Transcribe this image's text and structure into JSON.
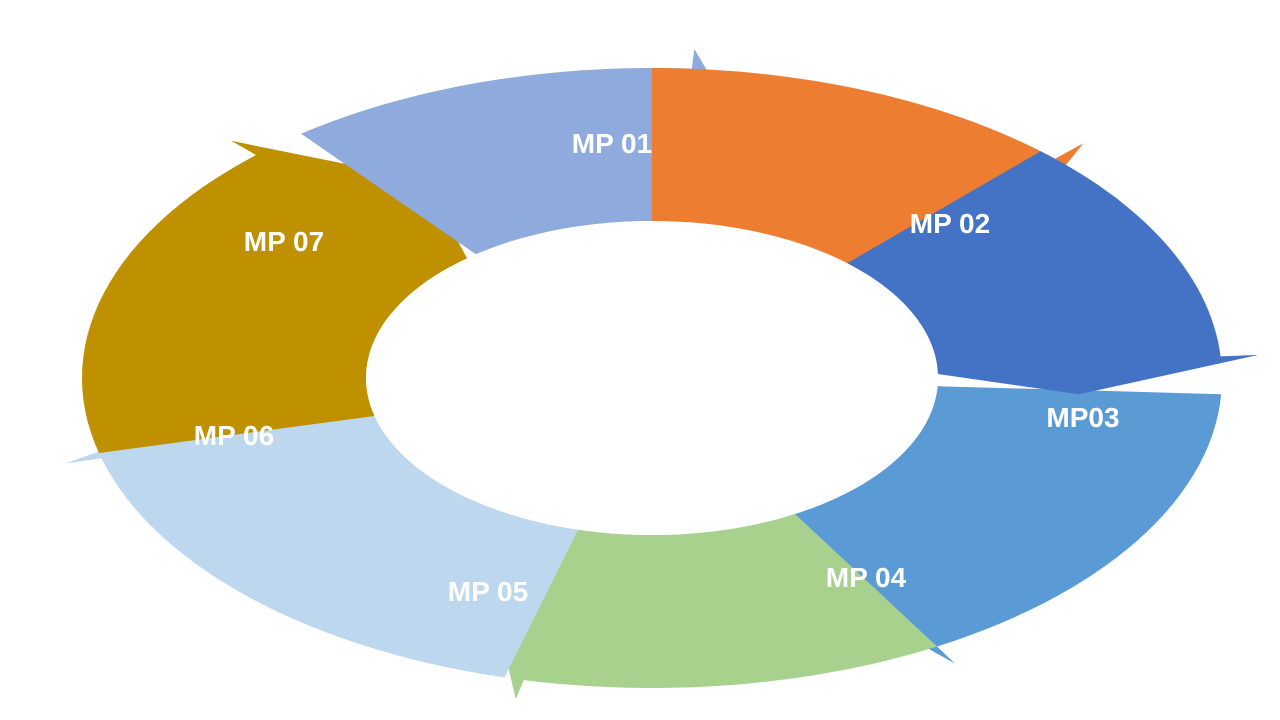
{
  "diagram": {
    "type": "cycle",
    "segments": [
      {
        "label": "MP 01",
        "color": "#8FAADC"
      },
      {
        "label": "MP 02",
        "color": "#ED7D31"
      },
      {
        "label": "MP03",
        "color": "#4472C4"
      },
      {
        "label": "MP 04",
        "color": "#5B9BD5"
      },
      {
        "label": "MP 05",
        "color": "#A9D18E"
      },
      {
        "label": "MP 06",
        "color": "#BDD7EE"
      },
      {
        "label": "MP 07",
        "color": "#BF9000"
      }
    ]
  }
}
